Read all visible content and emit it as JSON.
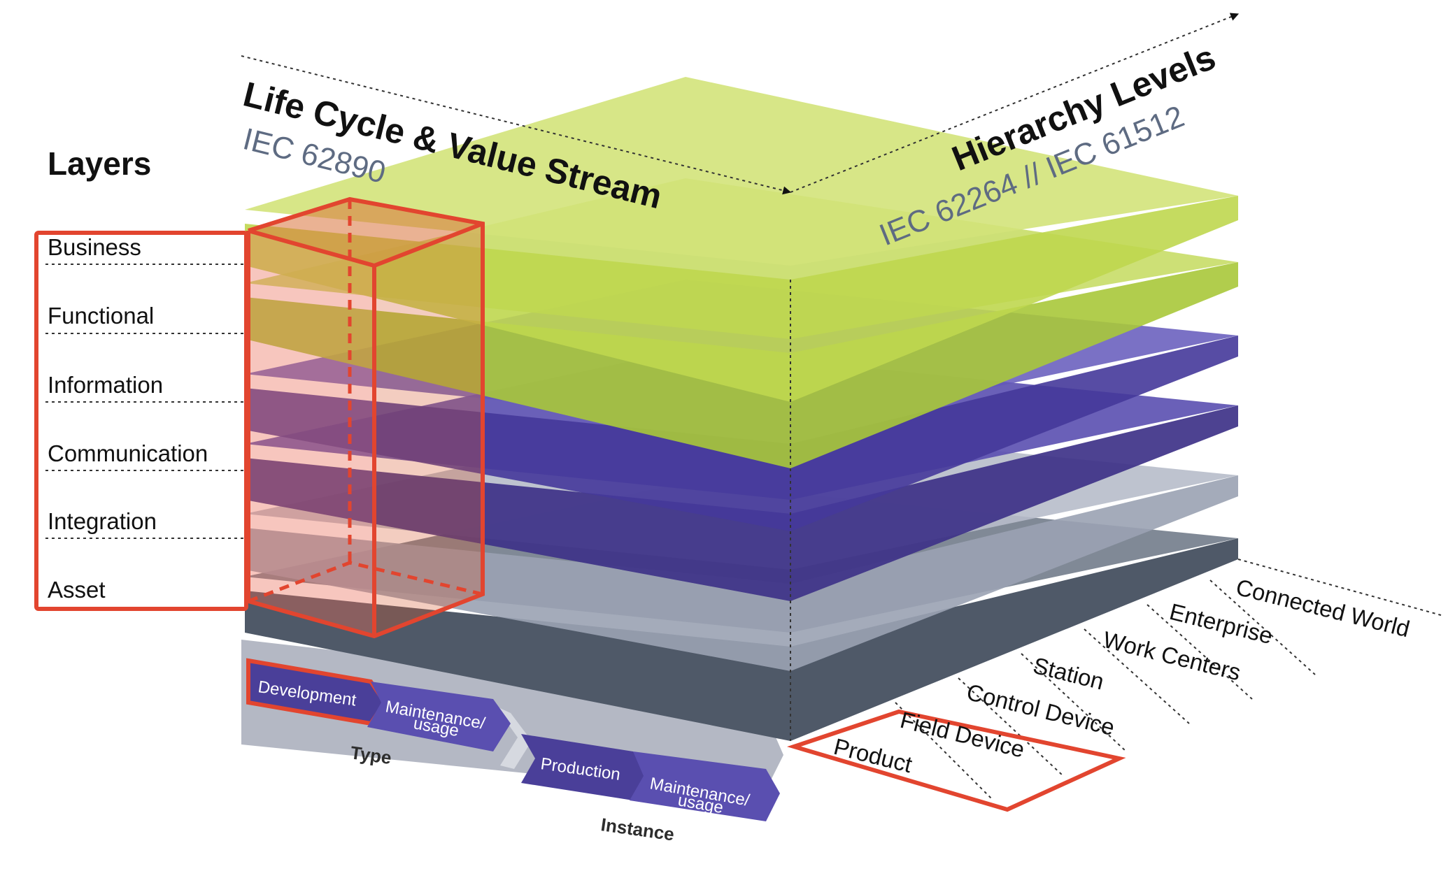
{
  "layers_title": "Layers",
  "layers": [
    "Business",
    "Functional",
    "Information",
    "Communication",
    "Integration",
    "Asset"
  ],
  "lifecycle_title": "Life Cycle & Value Stream",
  "lifecycle_standard": "IEC 62890",
  "hierarchy_title": "Hierarchy Levels",
  "hierarchy_standard": "IEC 62264 // IEC 61512",
  "hierarchy_levels": [
    "Connected World",
    "Enterprise",
    "Work Centers",
    "Station",
    "Control Device",
    "Field Device",
    "Product"
  ],
  "type_group": {
    "label": "Type",
    "stages": [
      "Development",
      "Maintenance/",
      "usage"
    ]
  },
  "instance_group": {
    "label": "Instance",
    "stages": [
      "Production",
      "Maintenance/",
      "usage"
    ]
  },
  "colors": {
    "business": "#c7dc5a",
    "functional": "#b9d24a",
    "information": "#4b3f9a",
    "communication": "#463a92",
    "integration": "#8e96a6",
    "asset": "#56606f",
    "highlight": "#e2452f"
  }
}
